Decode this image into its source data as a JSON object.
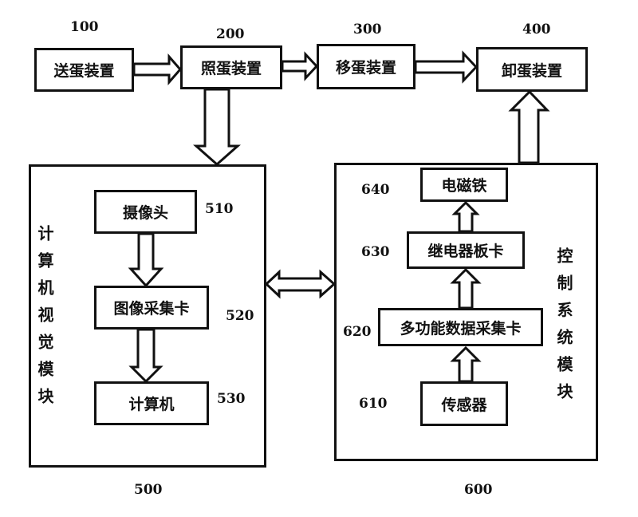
{
  "devices": [
    {
      "id": "100",
      "label": "送蛋装置"
    },
    {
      "id": "200",
      "label": "照蛋装置"
    },
    {
      "id": "300",
      "label": "移蛋装置"
    },
    {
      "id": "400",
      "label": "卸蛋装置"
    }
  ],
  "vision_module": {
    "id": "500",
    "title": "计算机视觉模块",
    "components": [
      {
        "id": "510",
        "label": "摄像头"
      },
      {
        "id": "520",
        "label": "图像采集卡"
      },
      {
        "id": "530",
        "label": "计算机"
      }
    ]
  },
  "control_module": {
    "id": "600",
    "title": "控制系统模块",
    "components": [
      {
        "id": "640",
        "label": "电磁铁"
      },
      {
        "id": "630",
        "label": "继电器板卡"
      },
      {
        "id": "620",
        "label": "多功能数据采集卡"
      },
      {
        "id": "610",
        "label": "传感器"
      }
    ]
  },
  "connections": [
    {
      "from": "100",
      "to": "200",
      "type": "one-way"
    },
    {
      "from": "200",
      "to": "300",
      "type": "one-way"
    },
    {
      "from": "300",
      "to": "400",
      "type": "one-way"
    },
    {
      "from": "200",
      "to": "500",
      "type": "one-way"
    },
    {
      "from": "510",
      "to": "520",
      "type": "one-way"
    },
    {
      "from": "520",
      "to": "530",
      "type": "one-way"
    },
    {
      "from": "500",
      "to": "600",
      "type": "two-way"
    },
    {
      "from": "610",
      "to": "620",
      "type": "one-way"
    },
    {
      "from": "620",
      "to": "630",
      "type": "one-way"
    },
    {
      "from": "630",
      "to": "640",
      "type": "one-way"
    },
    {
      "from": "600",
      "to": "400",
      "type": "one-way"
    }
  ]
}
